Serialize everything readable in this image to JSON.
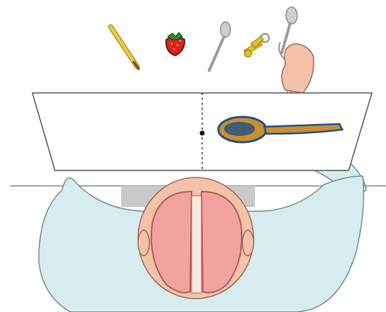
{
  "scene": {
    "description_items": [
      {
        "name": "pencil",
        "icon": "pencil-icon"
      },
      {
        "name": "strawberry",
        "icon": "strawberry-icon"
      },
      {
        "name": "spoon",
        "icon": "spoon-icon"
      },
      {
        "name": "keys",
        "icon": "keys-icon"
      },
      {
        "name": "spoon-in-hand",
        "icon": "spoon-icon"
      }
    ],
    "screen_object": {
      "icon": "spoon-icon"
    },
    "colors": {
      "shirt": "#d8ecef",
      "shirt_outline": "#6c8c92",
      "skin": "#f4c2a9",
      "brain": "#f2a3a0",
      "brain_outline": "#b25a5a",
      "screen_fill": "#ffffff",
      "screen_outline": "#555555",
      "spoon_gold": "#c9902c",
      "spoon_blue": "#1f4f8a",
      "pencil": "#f0c93a",
      "strawberry": "#d9241e",
      "keys": "#e6c21f"
    }
  }
}
